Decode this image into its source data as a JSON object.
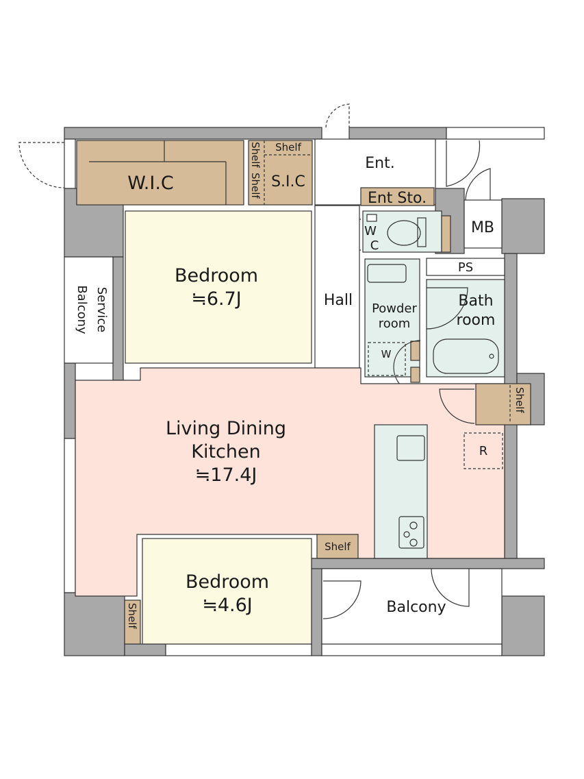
{
  "floor_plan": {
    "rooms": {
      "wic": "W.I.C",
      "sic": "S.I.C",
      "shelf_top": "Shelf",
      "shelf_sic_1": "Shelf",
      "shelf_sic_2": "Shelf",
      "entrance": "Ent.",
      "ent_storage": "Ent Sto.",
      "wc_1": "W",
      "wc_2": "C",
      "mb": "MB",
      "ps": "PS",
      "bedroom1_name": "Bedroom",
      "bedroom1_size": "≒6.7J",
      "service_balcony_1": "Service",
      "service_balcony_2": "Balcony",
      "hall": "Hall",
      "powder_1": "Powder",
      "powder_2": "room",
      "washer": "W",
      "bath_1": "Bath",
      "bath_2": "room",
      "ldk_1": "Living Dining",
      "ldk_2": "Kitchen",
      "ldk_size": "≒17.4J",
      "shelf_right": "Shelf",
      "refrigerator": "R",
      "shelf_kitchen": "Shelf",
      "bedroom2_name": "Bedroom",
      "bedroom2_size": "≒4.6J",
      "shelf_bedroom2": "Shelf",
      "balcony": "Balcony"
    },
    "colors": {
      "wall": "#a9a9a9",
      "storage": "#d6bb98",
      "bedroom": "#fcfbe2",
      "ldk": "#fde3da",
      "wet_area": "#e3f0ec"
    }
  }
}
